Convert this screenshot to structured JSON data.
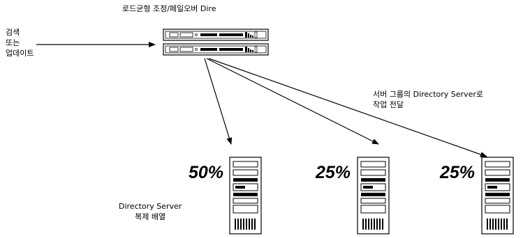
{
  "title": "로드균형 조정/페일오버 Dire",
  "search_label": {
    "line1": "검색",
    "line2": "또는",
    "line3": "업데이트"
  },
  "group_label": {
    "line1": "서버 그룹의 Directory Server로",
    "line2": "작업 전달"
  },
  "replica_label": {
    "line1": "Directory Server",
    "line2": "복제 배열"
  },
  "servers": [
    {
      "percent": "50%"
    },
    {
      "percent": "25%"
    },
    {
      "percent": "25%"
    }
  ]
}
